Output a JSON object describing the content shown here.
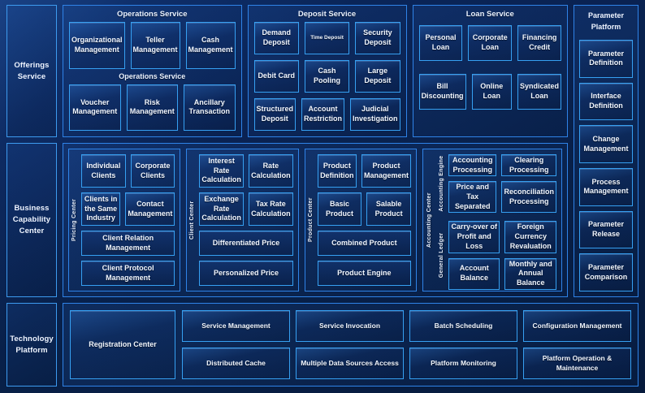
{
  "theme": {
    "bg": "#071a3d",
    "border": "#36a0f2",
    "text": "#f2f7ff",
    "accent": "#3d9bf0"
  },
  "rows": [
    {
      "sidebar": "Offerings\nService",
      "sidebar_label": "Offerings Service",
      "groups": [
        {
          "title": "Operations Service",
          "repeat_title": "Operations Service",
          "items_top": [
            "Organizational Management",
            "Teller Management",
            "Cash Management"
          ],
          "items_bottom": [
            "Voucher Management",
            "Risk Management",
            "Ancillary Transaction"
          ]
        },
        {
          "title": "Deposit Service",
          "items_top": [
            "Demand Deposit",
            "Time Deposit",
            "Security Deposit"
          ],
          "items_mid": [
            "Debit Card",
            "Cash Pooling",
            "Large Deposit"
          ],
          "items_bottom": [
            "Structured Deposit",
            "Account Restriction",
            "Judicial Investigation"
          ]
        },
        {
          "title": "Loan Service",
          "items_top": [
            "Personal Loan",
            "Corporate Loan",
            "Financing Credit"
          ],
          "items_bottom": [
            "Bill Discounting",
            "Online Loan",
            "Syndicated Loan"
          ]
        }
      ]
    },
    {
      "sidebar": "Business\nCapability\nCenter",
      "sidebar_label": "Business Capability Center",
      "centers": [
        {
          "vlabel": "Pricing Center",
          "pairs": [
            [
              "Individual Clients",
              "Corporate Clients"
            ],
            [
              "Clients in the Same Industry",
              "Contact Management"
            ]
          ],
          "wides": [
            "Client Relation Management",
            "Client Protocol Management"
          ]
        },
        {
          "vlabel": "Client Center",
          "pairs": [
            [
              "Interest Rate Calculation",
              "Rate Calculation"
            ],
            [
              "Exchange Rate Calculation",
              "Tax Rate Calculation"
            ]
          ],
          "wides": [
            "Differentiated Price",
            "Personalized Price"
          ]
        },
        {
          "vlabel": "Product Center",
          "pairs": [
            [
              "Product Definition",
              "Product Management"
            ],
            [
              "Basic Product",
              "Salable Product"
            ]
          ],
          "wides": [
            "Combined Product",
            "Product Engine"
          ]
        }
      ],
      "accounting": {
        "vlabel": "Accounting Center",
        "sections": [
          {
            "vlabel": "Accounting Engine",
            "items": [
              "Accounting Processing",
              "Clearing Processing",
              "Price and Tax Separated",
              "Reconciliation Processing"
            ]
          },
          {
            "vlabel": "General Ledger",
            "items": [
              "Carry-over of Profit and Loss",
              "Foreign Currency Revaluation",
              "Account Balance",
              "Monthly and Annual Balance"
            ]
          }
        ]
      }
    },
    {
      "sidebar": "Technology\nPlatform",
      "sidebar_label": "Technology Platform",
      "registration": "Registration Center",
      "items": [
        "Service Management",
        "Service Invocation",
        "Batch Scheduling",
        "Configuration Management",
        "Distributed Cache",
        "Multiple Data Sources Access",
        "Platform Monitoring",
        "Platform Operation & Maintenance"
      ]
    }
  ],
  "right_column": {
    "title": "Parameter\nPlatform",
    "title_line1": "Parameter",
    "title_line2": "Platform",
    "items": [
      "Parameter Definition",
      "Interface Definition",
      "Change Management",
      "Process Management",
      "Parameter Release",
      "Parameter Comparison"
    ]
  }
}
